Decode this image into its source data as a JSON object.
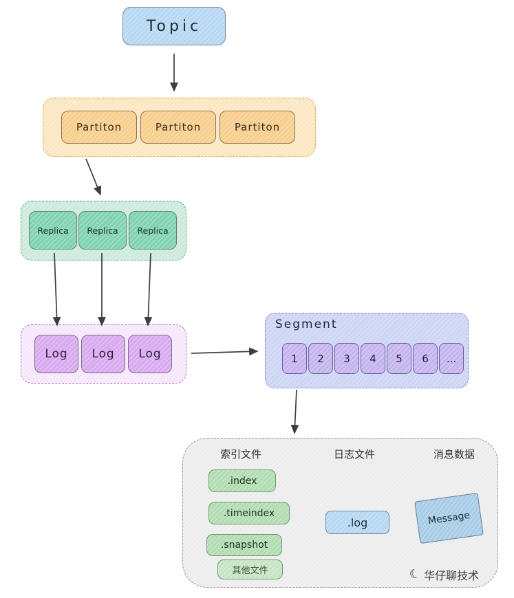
{
  "diagram": {
    "topic": {
      "label": "Topic"
    },
    "partitions": {
      "items": [
        "Partiton",
        "Partiton",
        "Partiton"
      ]
    },
    "replicas": {
      "items": [
        "Replica",
        "Replica",
        "Replica"
      ]
    },
    "logs": {
      "items": [
        "Log",
        "Log",
        "Log"
      ]
    },
    "segment": {
      "label": "Segment",
      "items": [
        "1",
        "2",
        "3",
        "4",
        "5",
        "6",
        "..."
      ]
    },
    "files": {
      "columns": [
        {
          "header": "索引文件",
          "items": [
            ".index",
            ".timeindex",
            ".snapshot",
            "其他文件"
          ]
        },
        {
          "header": "日志文件",
          "items": [
            ".log"
          ]
        },
        {
          "header": "消息数据",
          "items": [
            "Message"
          ]
        }
      ]
    },
    "watermark": {
      "icon": "moon-icon",
      "icon_glyph": "☾",
      "text": "华仔聊技术"
    }
  },
  "colors": {
    "topic_fill": "#b7d7f2",
    "partition_container_fill": "#fbe7c2",
    "partition_box_fill": "#f7cf8e",
    "replica_container_fill": "#cdeadd",
    "replica_box_fill": "#82d3b2",
    "log_container_fill": "#f6e8fb",
    "log_box_fill": "#d9abf0",
    "segment_container_fill": "#ced5f5",
    "segment_box_fill": "#c5b5ee",
    "files_container_fill": "#ededed",
    "index_file_fill": "#b2ddb2",
    "log_file_fill": "#b7d7f2",
    "message_note_fill": "#a9cde7",
    "arrow_color": "#3d3d3d"
  }
}
